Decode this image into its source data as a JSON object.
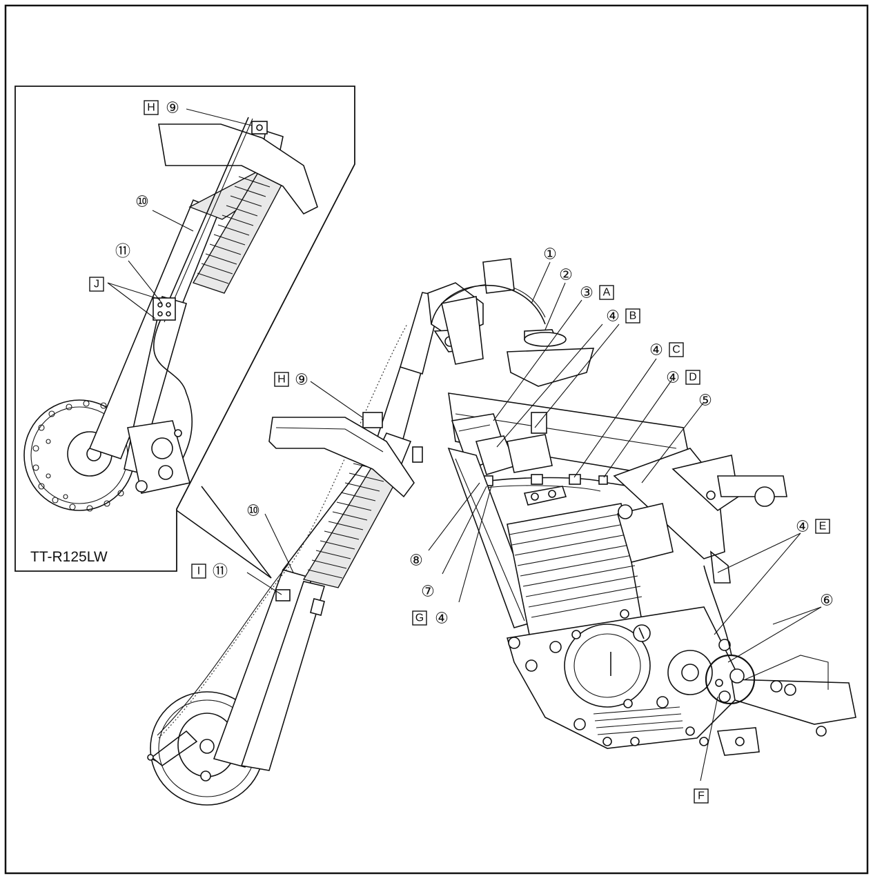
{
  "inset": {
    "model_label": "TT-R125LW"
  },
  "callouts": [
    {
      "id": "c1",
      "num": "①",
      "letter": ""
    },
    {
      "id": "c2",
      "num": "②",
      "letter": ""
    },
    {
      "id": "c3",
      "num": "③",
      "letter": "A"
    },
    {
      "id": "c4b",
      "num": "④",
      "letter": "B"
    },
    {
      "id": "c4c",
      "num": "④",
      "letter": "C"
    },
    {
      "id": "c4d",
      "num": "④",
      "letter": "D"
    },
    {
      "id": "c5",
      "num": "⑤",
      "letter": ""
    },
    {
      "id": "c4e",
      "num": "④",
      "letter": "E"
    },
    {
      "id": "c6",
      "num": "⑥",
      "letter": ""
    },
    {
      "id": "c8",
      "num": "⑧",
      "letter": ""
    },
    {
      "id": "c7",
      "num": "⑦",
      "letter": ""
    },
    {
      "id": "c4g",
      "num": "④",
      "letter": "G"
    },
    {
      "id": "cF",
      "num": "",
      "letter": "F"
    },
    {
      "id": "c9main",
      "num": "⑨",
      "letter": "H"
    },
    {
      "id": "c10main",
      "num": "⑩",
      "letter": ""
    },
    {
      "id": "c11main",
      "num": "⑪",
      "letter": "I"
    },
    {
      "id": "c9inset",
      "num": "⑨",
      "letter": "H"
    },
    {
      "id": "c10inset",
      "num": "⑩",
      "letter": ""
    },
    {
      "id": "c11inset",
      "num": "⑪",
      "letter": ""
    },
    {
      "id": "cJ",
      "num": "",
      "letter": "J"
    }
  ]
}
